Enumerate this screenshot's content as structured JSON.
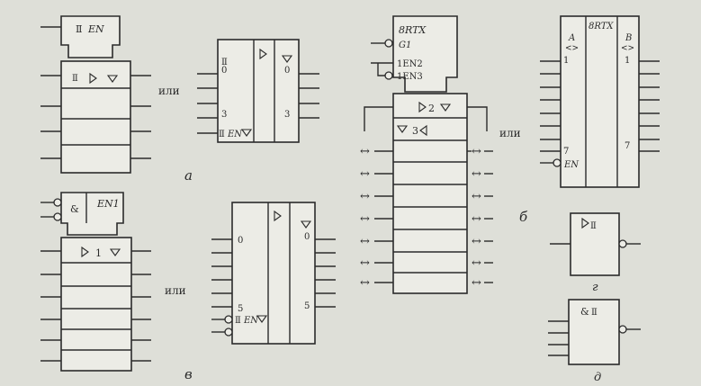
{
  "colors": {
    "ink": "#2b2b2b",
    "paper": "#ecece6",
    "background": "#dedfd8"
  },
  "glyphs": {
    "schmitt": "Ⅱ",
    "arrow_lr": "↔"
  },
  "connector_word": "или",
  "figure_a": {
    "label": "а",
    "control_en": "EN",
    "alt": {
      "top": "0",
      "bottom": "3",
      "en": "EN"
    }
  },
  "figure_b": {
    "label": "б",
    "header": "8RTX",
    "inputs": {
      "g1": "G1",
      "en2": "1EN2",
      "en3": "1EN3"
    },
    "buf2": "2",
    "buf3": "3",
    "alt": {
      "title": "8RTX",
      "port_a": "A",
      "port_b": "B",
      "bidir": "<>",
      "top": "1",
      "bottom": "7",
      "en": "EN"
    }
  },
  "figure_v": {
    "label": "в",
    "gate": "&",
    "en": "EN1",
    "buf": "1",
    "alt": {
      "top": "0",
      "bottom": "5",
      "en": "EN"
    }
  },
  "figure_g": {
    "label": "г"
  },
  "figure_d": {
    "label": "д",
    "gate": "&"
  }
}
